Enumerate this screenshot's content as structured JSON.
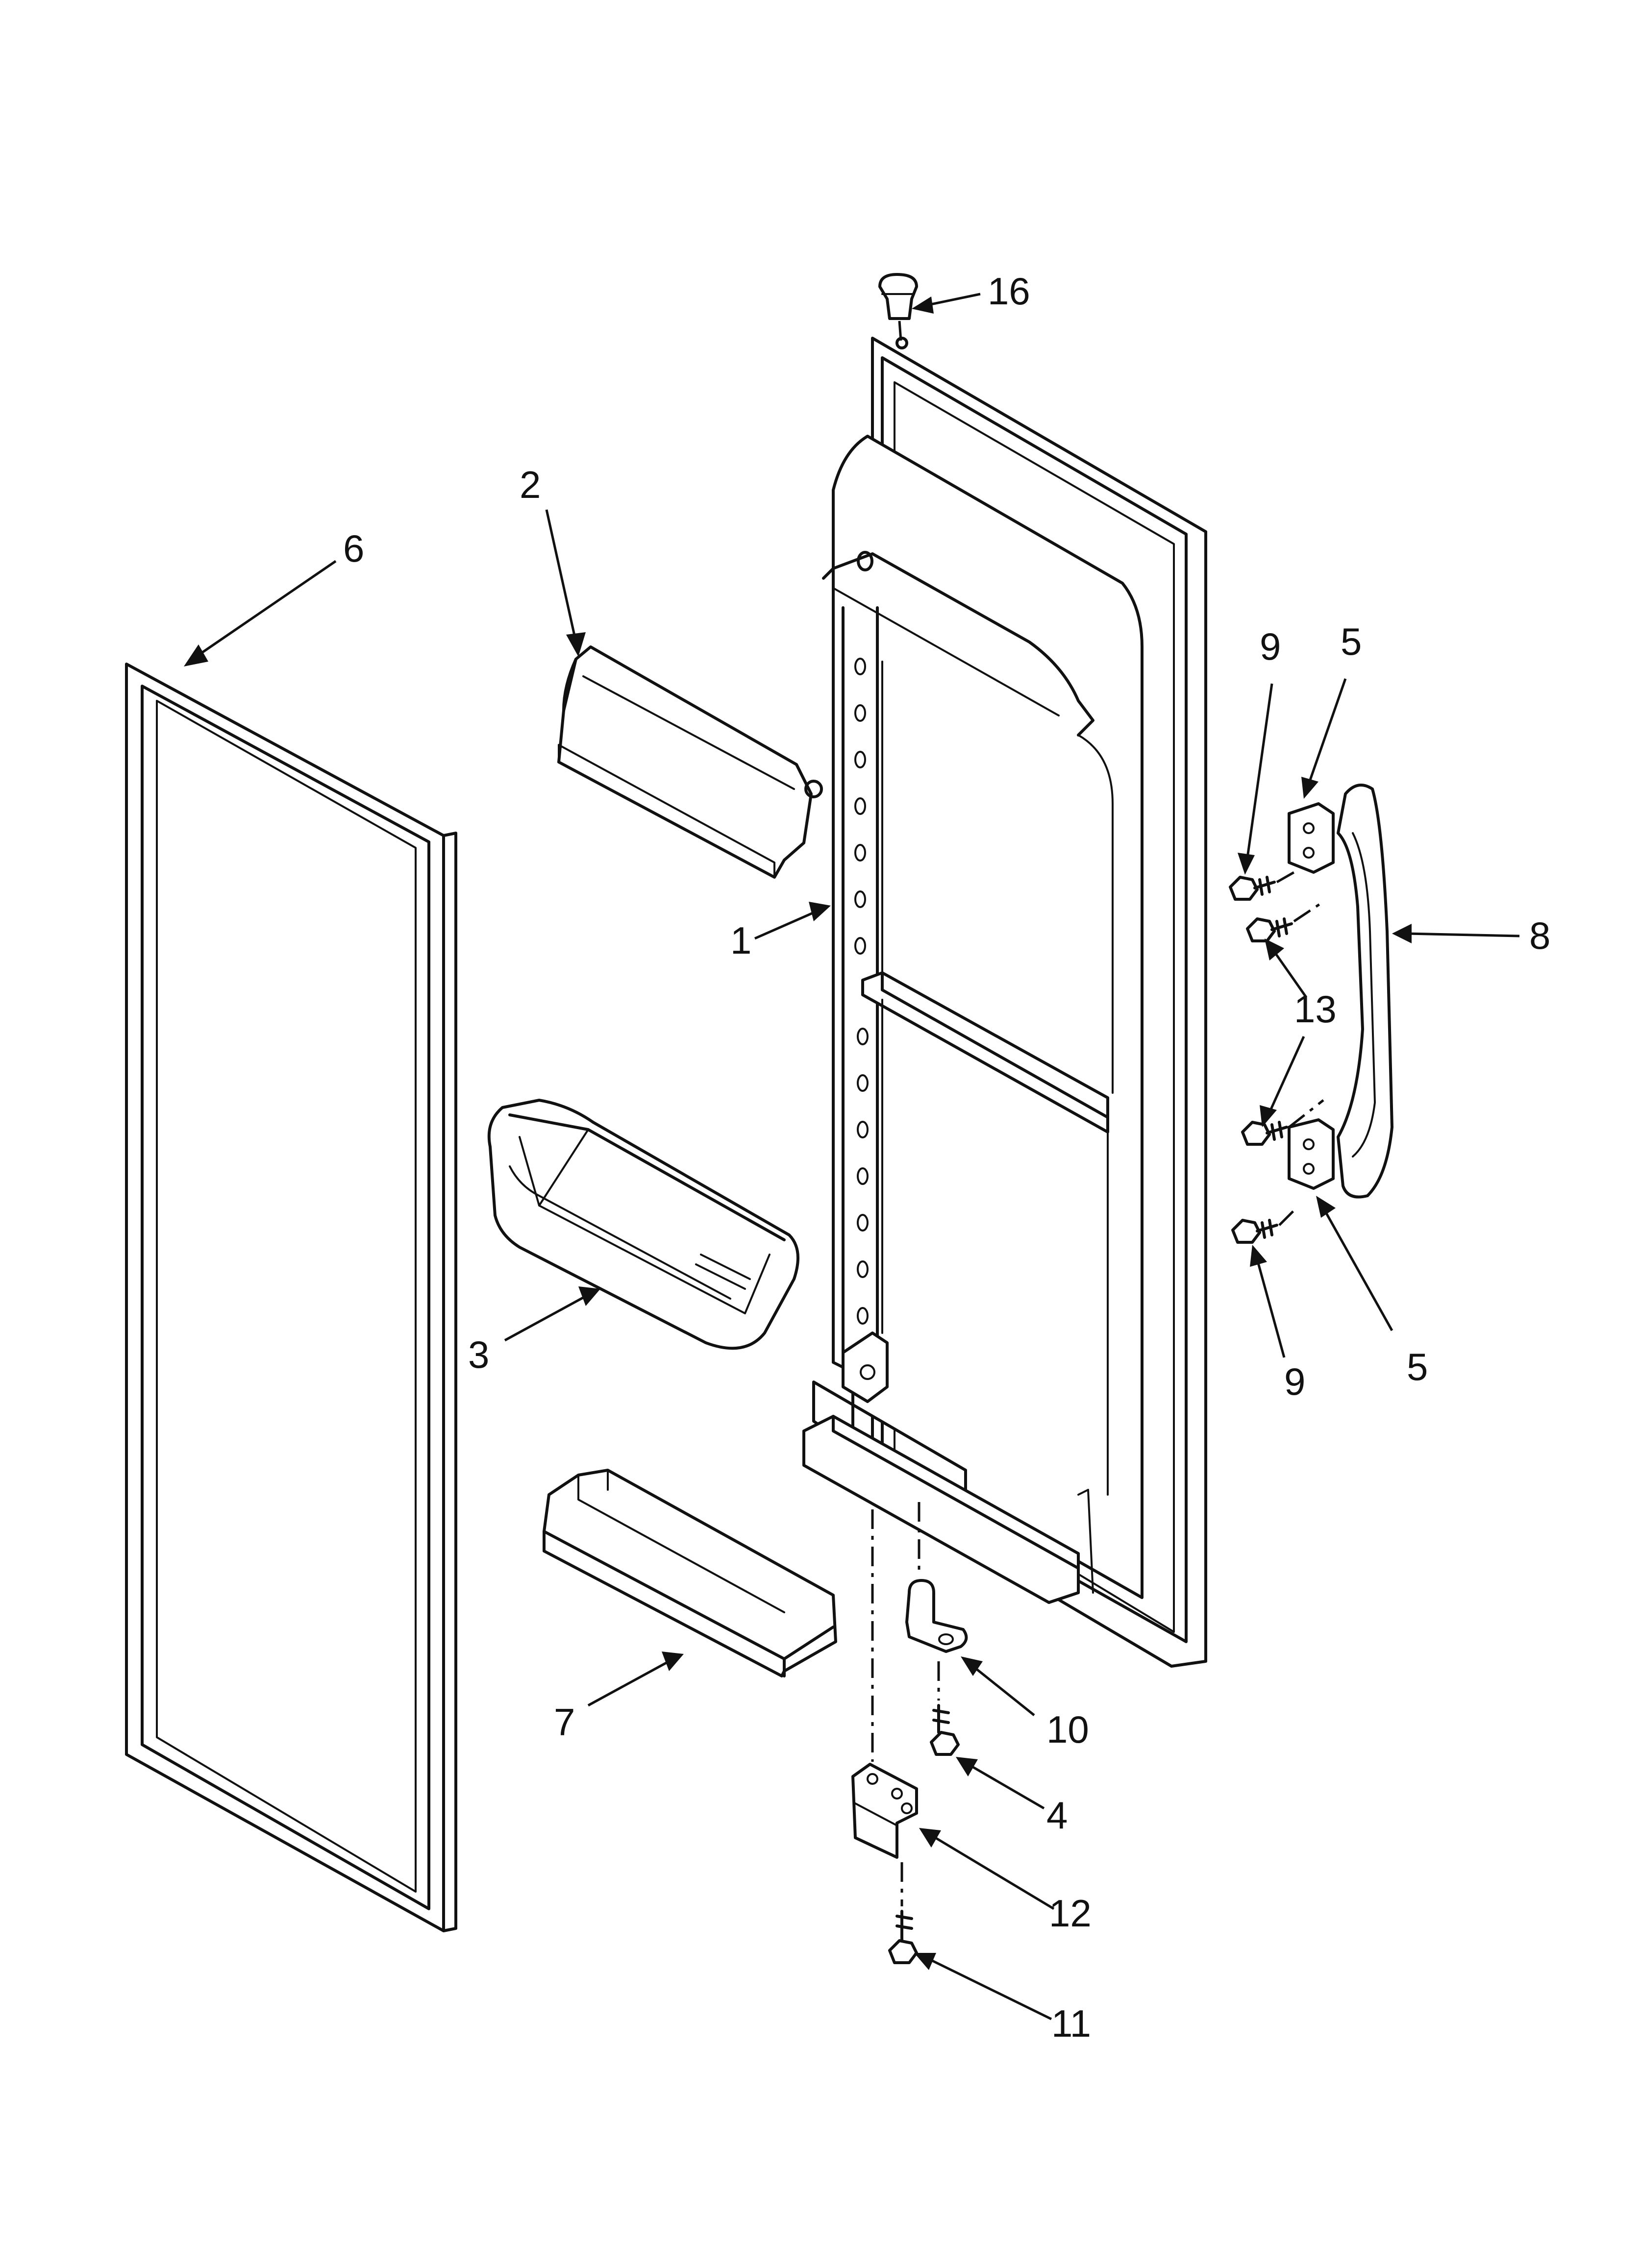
{
  "callouts": {
    "c1": "1",
    "c2": "2",
    "c3": "3",
    "c4": "4",
    "c5a": "5",
    "c5b": "5",
    "c6": "6",
    "c7": "7",
    "c8": "8",
    "c9a": "9",
    "c9b": "9",
    "c10": "10",
    "c11": "11",
    "c12": "12",
    "c13": "13",
    "c16": "16"
  }
}
